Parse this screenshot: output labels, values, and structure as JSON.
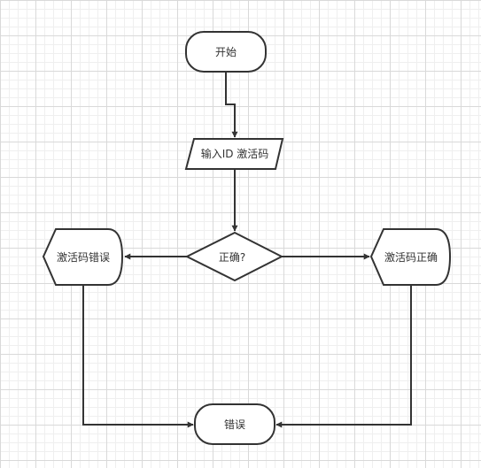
{
  "diagram": {
    "nodes": {
      "start": "开始",
      "input": "输入ID 激活码",
      "decision": "正确?",
      "wrong_code": "激活码错误",
      "right_code": "激活码正确",
      "error": "错误"
    }
  },
  "colors": {
    "stroke": "#333333",
    "fill": "#ffffff",
    "grid_major": "#d9d9d9",
    "grid_minor": "#efefef"
  }
}
